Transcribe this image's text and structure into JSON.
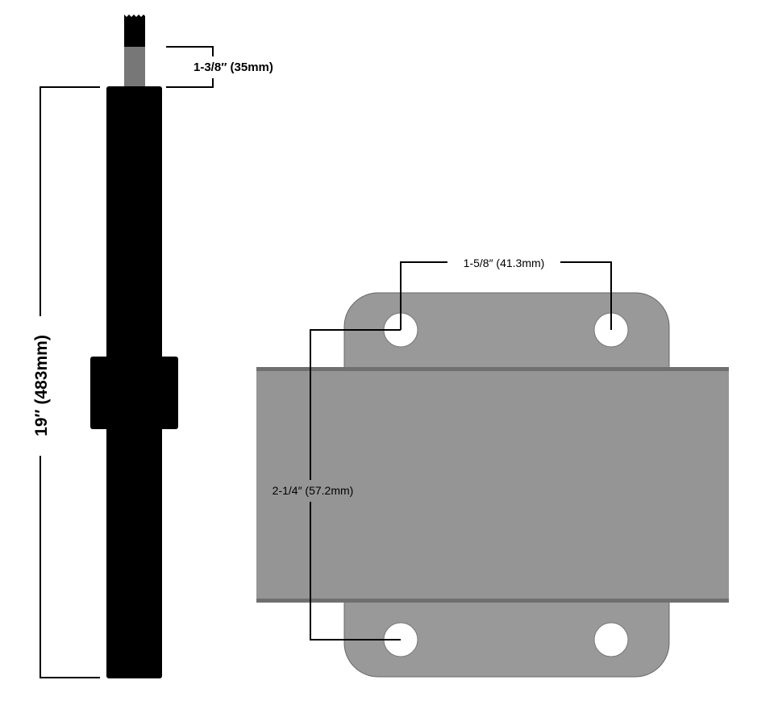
{
  "rod": {
    "overall_length_label": "19″ (483mm)",
    "tip_length_label": "1-3/8″ (35mm)"
  },
  "plate": {
    "hole_spacing_horizontal_label": "1-5/8″ (41.3mm)",
    "hole_spacing_vertical_label": "2-1/4″ (57.2mm)"
  },
  "colors": {
    "rod": "#000000",
    "tip_band": "#777777",
    "plate": "#999999",
    "channel": "#959595",
    "channel_edge": "#6f6f6f"
  }
}
